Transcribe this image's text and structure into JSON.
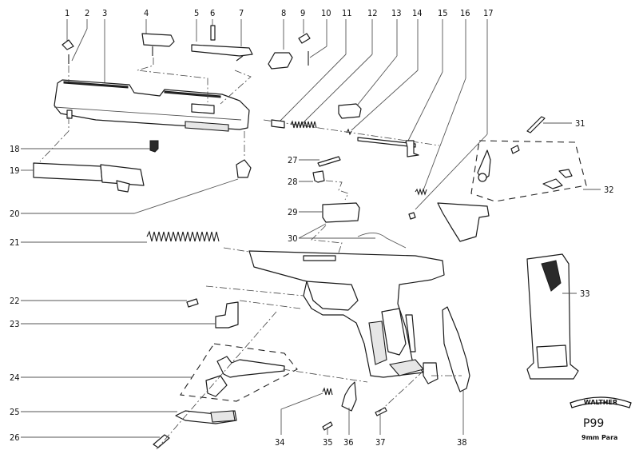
{
  "diagram": {
    "title": "Walther P99 exploded view",
    "model": "P99",
    "caliber": "9mm Para",
    "brand": "WALTHER",
    "part_numbers": {
      "top": [
        "1",
        "2",
        "3",
        "4",
        "5",
        "6",
        "7",
        "8",
        "9",
        "10",
        "11",
        "12",
        "13",
        "14",
        "15",
        "16",
        "17"
      ],
      "left": [
        "18",
        "19",
        "20",
        "21",
        "22",
        "23",
        "24",
        "25",
        "26"
      ],
      "middle": [
        "27",
        "28",
        "29",
        "30"
      ],
      "right": [
        "31",
        "32",
        "33"
      ],
      "bottom": [
        "34",
        "35",
        "36",
        "37",
        "38"
      ]
    },
    "labels": {
      "p1": "1",
      "p2": "2",
      "p3": "3",
      "p4": "4",
      "p5": "5",
      "p6": "6",
      "p7": "7",
      "p8": "8",
      "p9": "9",
      "p10": "10",
      "p11": "11",
      "p12": "12",
      "p13": "13",
      "p14": "14",
      "p15": "15",
      "p16": "16",
      "p17": "17",
      "p18": "18",
      "p19": "19",
      "p20": "20",
      "p21": "21",
      "p22": "22",
      "p23": "23",
      "p24": "24",
      "p25": "25",
      "p26": "26",
      "p27": "27",
      "p28": "28",
      "p29": "29",
      "p30": "30",
      "p31": "31",
      "p32": "32",
      "p33": "33",
      "p34": "34",
      "p35": "35",
      "p36": "36",
      "p37": "37",
      "p38": "38"
    }
  }
}
